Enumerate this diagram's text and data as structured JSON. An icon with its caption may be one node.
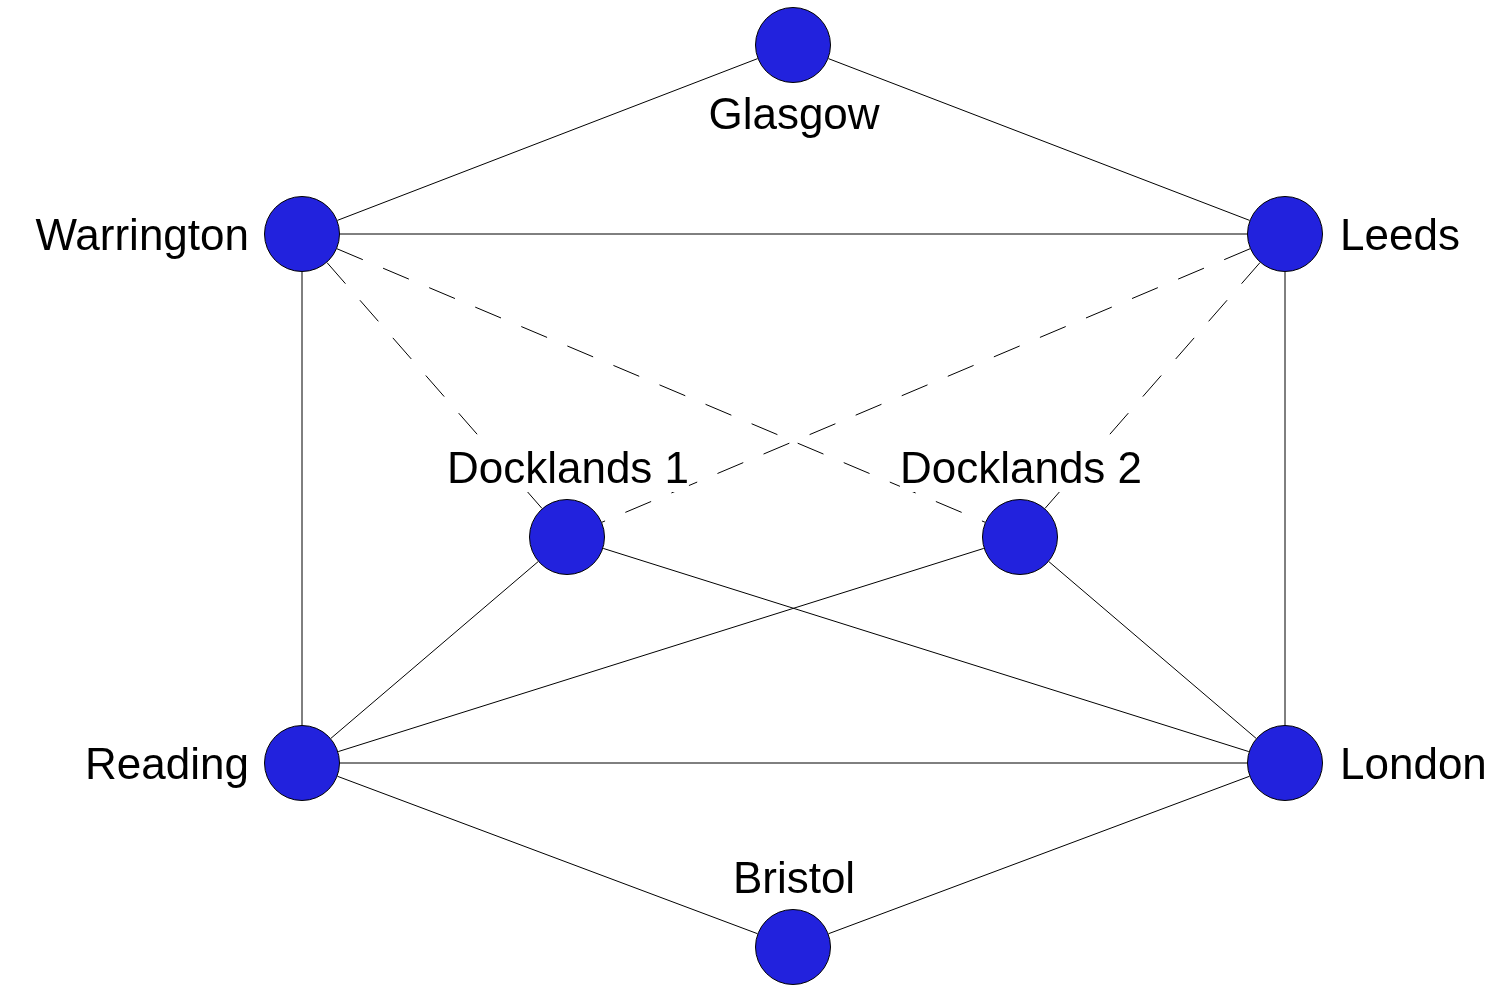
{
  "diagram": {
    "nodes": [
      {
        "text": [
          "Glasgow"
        ]
      },
      {
        "text": [
          "Warrington"
        ]
      },
      {
        "text": [
          "Leeds"
        ]
      },
      {
        "text": [
          "Docklands 1"
        ]
      },
      {
        "text": [
          "Docklands 2"
        ]
      },
      {
        "text": [
          "Reading"
        ]
      },
      {
        "text": [
          "London"
        ]
      },
      {
        "text": [
          "Bristol"
        ]
      }
    ],
    "edges": [
      {
        "from": 0,
        "to": 1,
        "arrow": "none"
      },
      {
        "from": 0,
        "to": 2,
        "arrow": "none"
      },
      {
        "from": 1,
        "to": 2,
        "arrow": "none"
      },
      {
        "from": 1,
        "to": 5,
        "arrow": "none"
      },
      {
        "from": 2,
        "to": 6,
        "arrow": "none"
      },
      {
        "from": 1,
        "to": 3,
        "arrow": "none",
        "style": "dashed"
      },
      {
        "from": 1,
        "to": 4,
        "arrow": "none",
        "style": "dashed"
      },
      {
        "from": 2,
        "to": 3,
        "arrow": "none",
        "style": "dashed"
      },
      {
        "from": 2,
        "to": 4,
        "arrow": "none",
        "style": "dashed"
      },
      {
        "from": 3,
        "to": 5,
        "arrow": "none"
      },
      {
        "from": 3,
        "to": 6,
        "arrow": "none"
      },
      {
        "from": 4,
        "to": 5,
        "arrow": "none"
      },
      {
        "from": 4,
        "to": 6,
        "arrow": "none"
      },
      {
        "from": 5,
        "to": 6,
        "arrow": "none"
      },
      {
        "from": 5,
        "to": 7,
        "arrow": "none"
      },
      {
        "from": 6,
        "to": 7,
        "arrow": "none"
      }
    ]
  }
}
